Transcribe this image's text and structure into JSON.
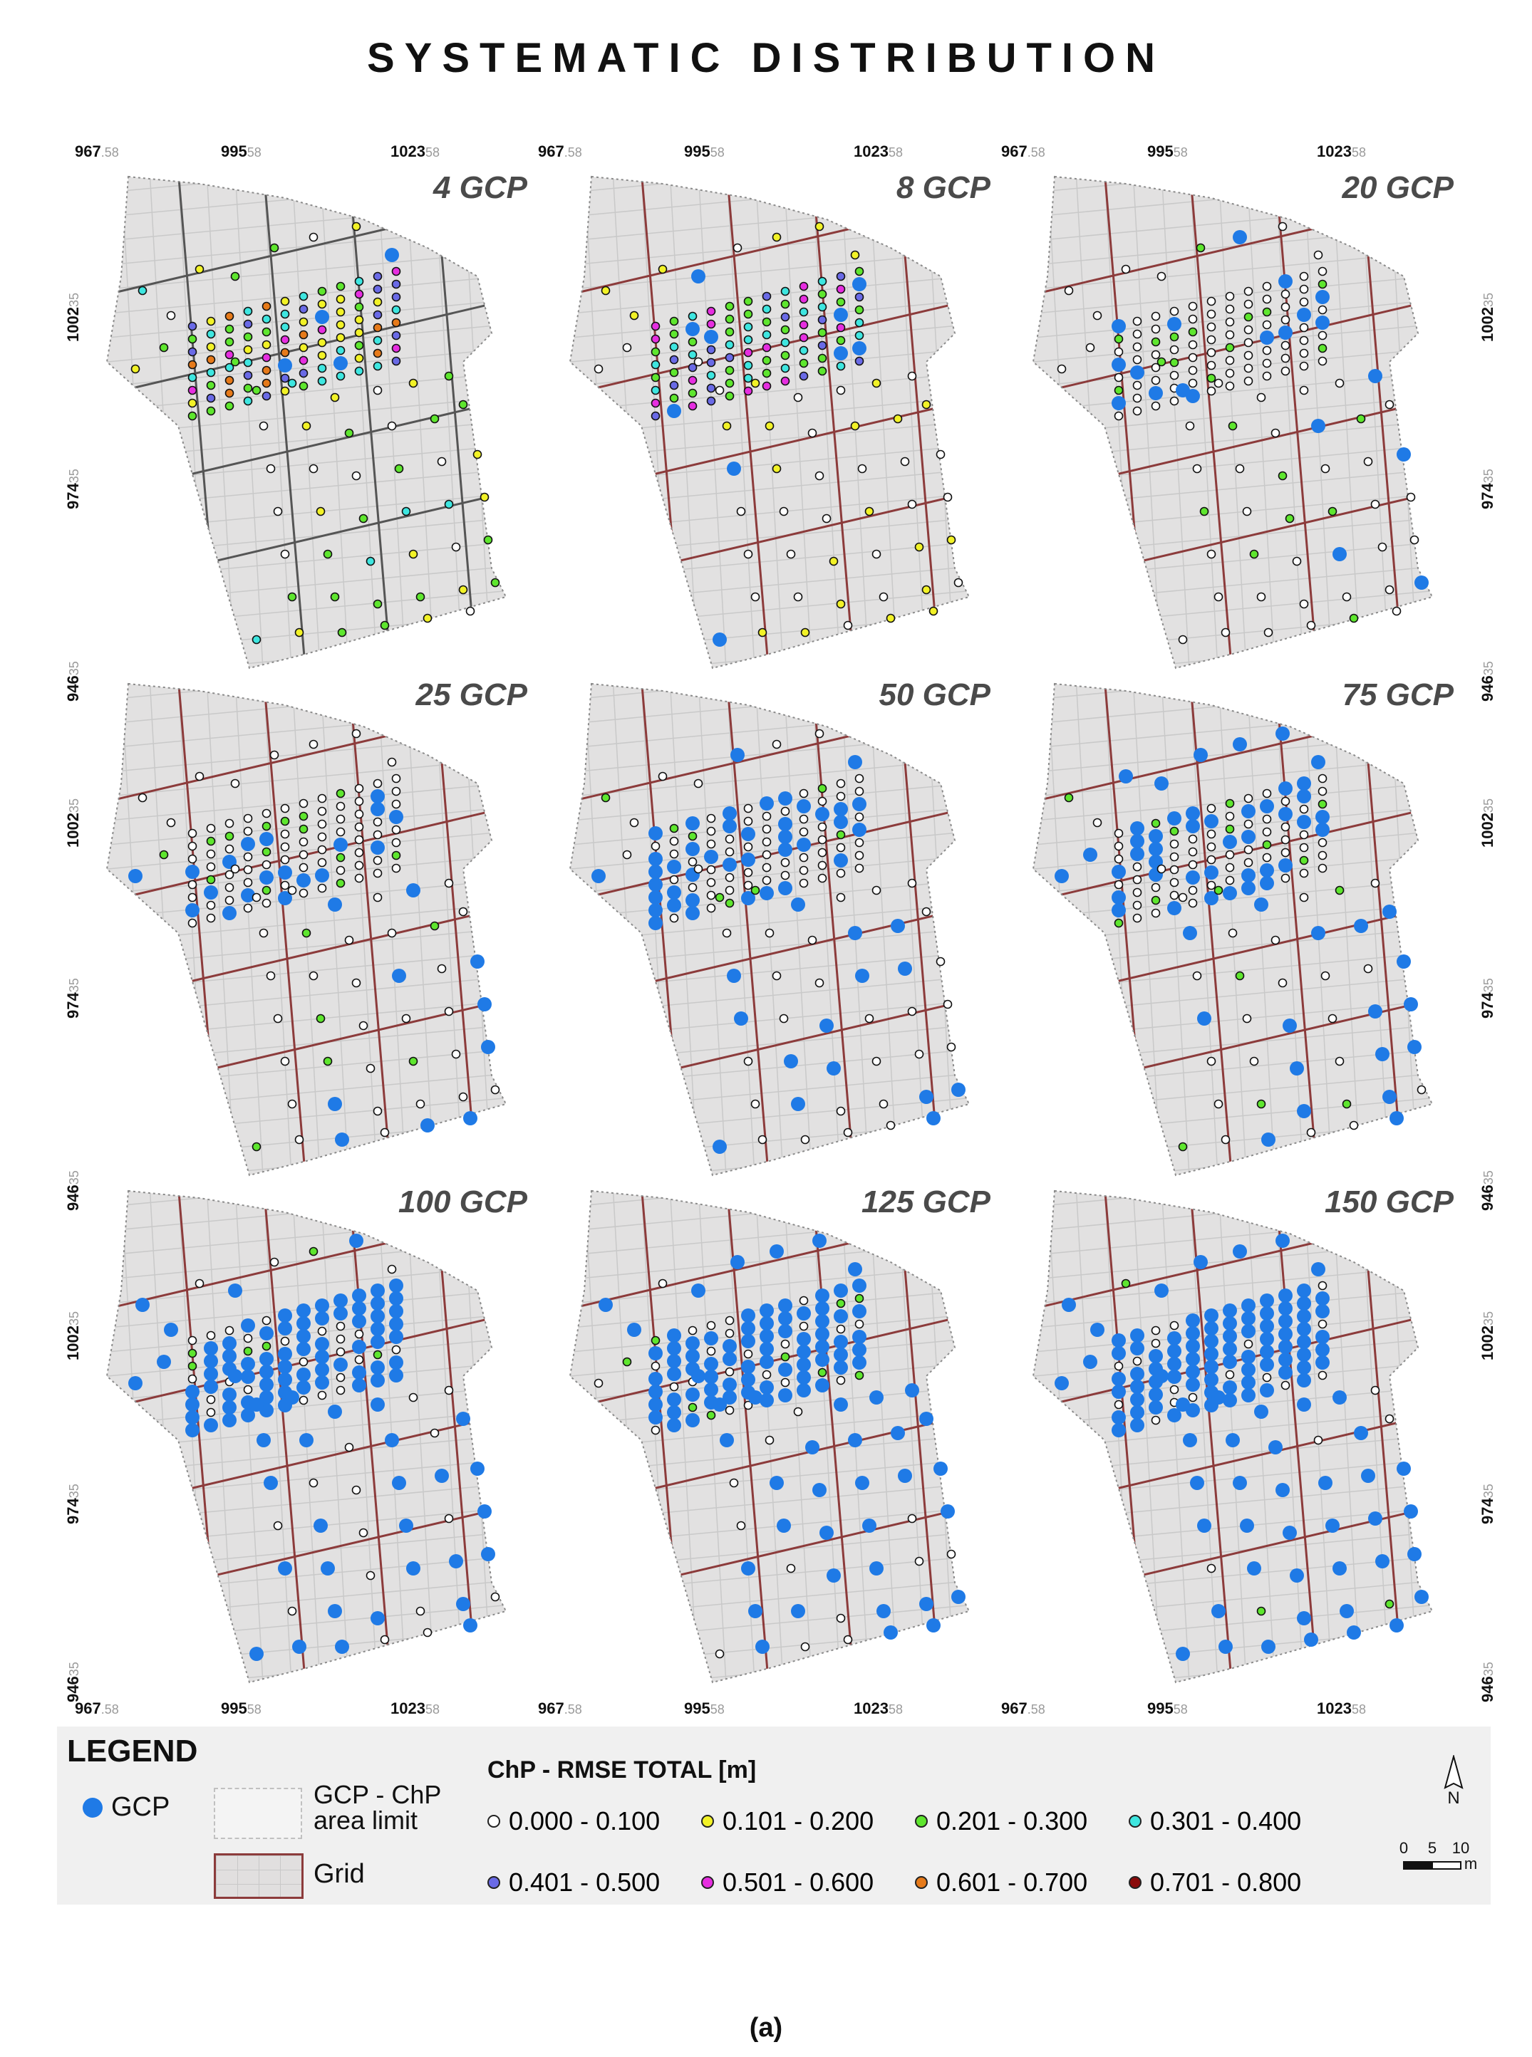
{
  "title": "SYSTEMATIC DISTRIBUTION",
  "caption": "(a)",
  "coord_labels": {
    "x": [
      {
        "main": "967",
        "dec": ".58"
      },
      {
        "main": "995",
        "dec": "58"
      },
      {
        "main": "1023",
        "dec": "58"
      }
    ],
    "y": [
      {
        "main": "1002",
        "dec": "35"
      },
      {
        "main": "974",
        "dec": "35"
      },
      {
        "main": "946",
        "dec": "35"
      }
    ]
  },
  "panels": [
    {
      "label": "4 GCP",
      "gcp_count": 4
    },
    {
      "label": "8 GCP",
      "gcp_count": 8
    },
    {
      "label": "20 GCP",
      "gcp_count": 20
    },
    {
      "label": "25 GCP",
      "gcp_count": 25
    },
    {
      "label": "50 GCP",
      "gcp_count": 50
    },
    {
      "label": "75 GCP",
      "gcp_count": 75
    },
    {
      "label": "100 GCP",
      "gcp_count": 100
    },
    {
      "label": "125 GCP",
      "gcp_count": 125
    },
    {
      "label": "150 GCP",
      "gcp_count": 150
    }
  ],
  "legend": {
    "title": "LEGEND",
    "gcp_label": "GCP",
    "gcp_color": "#1f7ae6",
    "area_label_line1": "GCP - ChP",
    "area_label_line2": "area limit",
    "grid_label": "Grid",
    "grid_color": "#8c3b3b",
    "rmse_title": "ChP - RMSE TOTAL [m]",
    "classes": [
      {
        "label": "0.000 - 0.100",
        "color": "#ffffff"
      },
      {
        "label": "0.101 - 0.200",
        "color": "#f2f227"
      },
      {
        "label": "0.201 - 0.300",
        "color": "#5ee62e"
      },
      {
        "label": "0.301 - 0.400",
        "color": "#3ee6e0"
      },
      {
        "label": "0.401 - 0.500",
        "color": "#6a6ae6"
      },
      {
        "label": "0.501 - 0.600",
        "color": "#e62ee0"
      },
      {
        "label": "0.601 - 0.700",
        "color": "#e67a1a"
      },
      {
        "label": "0.701 - 0.800",
        "color": "#8a0a0a"
      }
    ],
    "north_label": "N",
    "scale_labels": [
      "0",
      "5",
      "10"
    ],
    "scale_unit": "m"
  }
}
